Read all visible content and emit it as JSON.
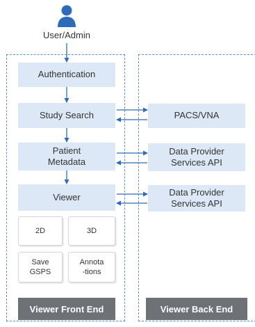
{
  "header": {
    "actor_icon": "user-icon",
    "actor_label": "User/Admin"
  },
  "front_end": {
    "authentication": "Authentication",
    "study_search": "Study Search",
    "patient_metadata": "Patient\nMetadata",
    "viewer": "Viewer",
    "tools": {
      "two_d": "2D",
      "three_d": "3D",
      "save_gsps": "Save\nGSPS",
      "annotations": "Annota\n-tions"
    },
    "footer": "Viewer Front End"
  },
  "back_end": {
    "pacs_vna": "PACS/VNA",
    "data_provider_1": "Data Provider\nServices API",
    "data_provider_2": "Data Provider\nServices API",
    "footer": "Viewer Back End"
  },
  "colors": {
    "accent": "#2e6bb8",
    "box_fill": "#dce8f6",
    "frame_dash": "#5b8fd1",
    "footer_fill": "#6e7277"
  }
}
